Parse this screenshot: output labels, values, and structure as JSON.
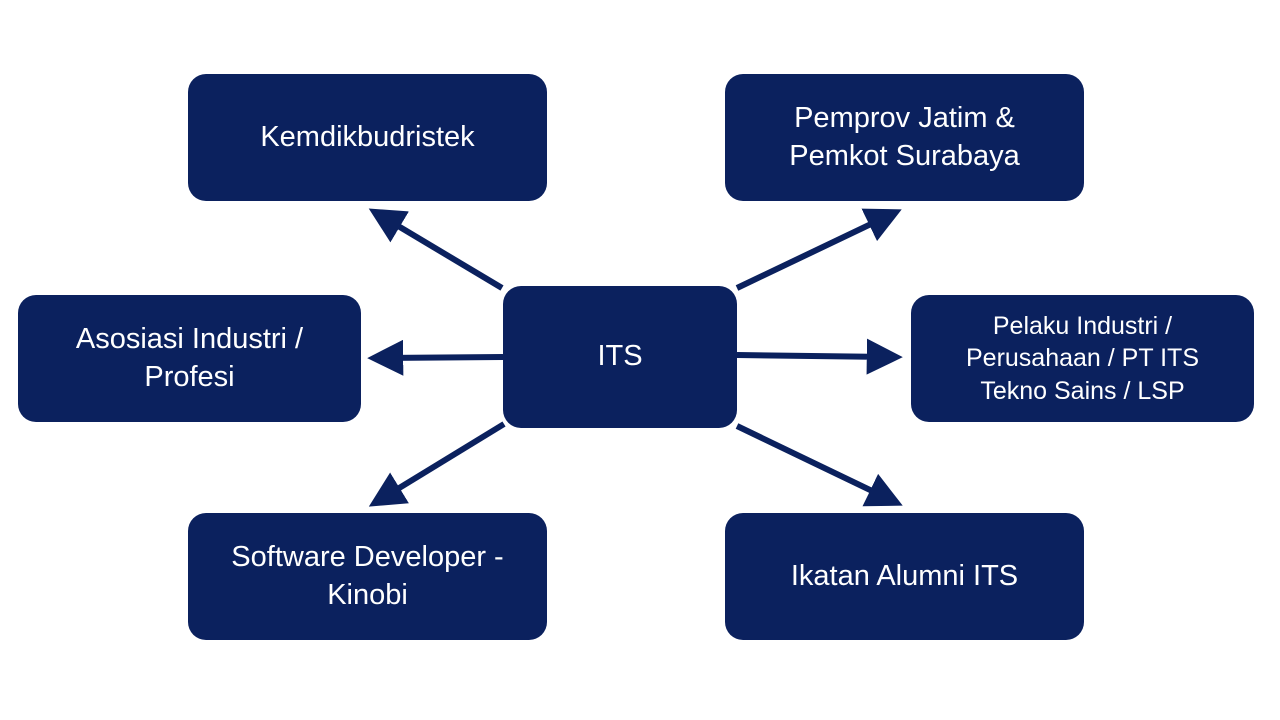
{
  "diagram": {
    "center": "ITS",
    "nodes": [
      {
        "id": "kemdikbudristek",
        "label": "Kemdikbudristek"
      },
      {
        "id": "pemprov",
        "label": "Pemprov Jatim &\nPemkot Surabaya"
      },
      {
        "id": "asosiasi",
        "label": "Asosiasi Industri /\nProfesi"
      },
      {
        "id": "pelaku",
        "label": "Pelaku Industri /\nPerusahaan / PT ITS\nTekno Sains / LSP"
      },
      {
        "id": "software",
        "label": "Software Developer -\nKinobi"
      },
      {
        "id": "ikatan",
        "label": "Ikatan Alumni ITS"
      }
    ]
  },
  "colors": {
    "node_fill": "#0b215e",
    "arrow": "#0b215e",
    "text": "#ffffff",
    "background": "#ffffff"
  }
}
